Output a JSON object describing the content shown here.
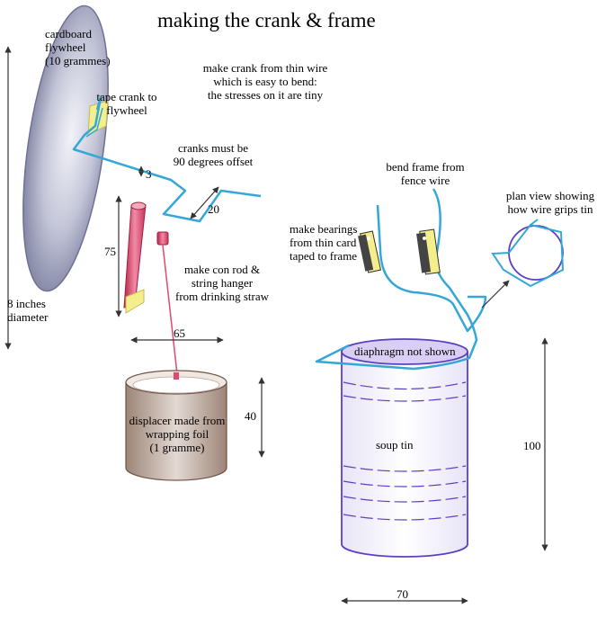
{
  "title": "making the crank & frame",
  "labels": {
    "flywheel": "cardboard\nflywheel\n(10 grammes)",
    "tape_crank": "tape crank to\nflywheel",
    "diameter": "8 inches\ndiameter",
    "crank_wire": "make crank from thin wire\nwhich is easy to bend:\nthe stresses on it are tiny",
    "offset": "cranks must be\n90 degrees offset",
    "con_rod": "make con rod &\nstring hanger\nfrom drinking straw",
    "displacer": "displacer made from\nwrapping foil\n(1 gramme)",
    "bend_frame": "bend frame from\nfence wire",
    "bearings": "make bearings\nfrom thin card\ntaped to frame",
    "plan_view": "plan view showing\nhow wire grips tin",
    "diaphragm": "diaphragm not shown",
    "soup_tin": "soup tin"
  },
  "dimensions": {
    "d3": "3",
    "d20": "20",
    "d75": "75",
    "d65": "65",
    "d40": "40",
    "d100": "100",
    "d70": "70"
  },
  "colors": {
    "wire": "#35a7d6",
    "flywheel": "#8f92b0",
    "tin_outline": "#5d3fc4",
    "rod": "#e04a6f",
    "displacer": "#b09a8e",
    "bearing": "#f4ef8c"
  }
}
